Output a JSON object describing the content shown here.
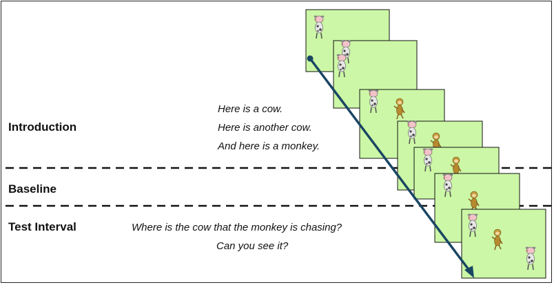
{
  "phases": {
    "introduction": "Introduction",
    "baseline": "Baseline",
    "test_interval": "Test Interval"
  },
  "narration": {
    "intro_line1": "Here is a cow.",
    "intro_line2": "Here is another cow.",
    "intro_line3": "And here is a monkey.",
    "test_line1": "Where is the cow that the monkey is chasing?",
    "test_line2": "Can you see it?"
  },
  "colors": {
    "slide_fill": "#ccf7a6",
    "arrow": "#1a4663",
    "divider": "#111111",
    "cow_body": "#e6e6e6",
    "monkey_body": "#c49a3a"
  },
  "icons": [
    "cow-icon",
    "monkey-icon"
  ]
}
